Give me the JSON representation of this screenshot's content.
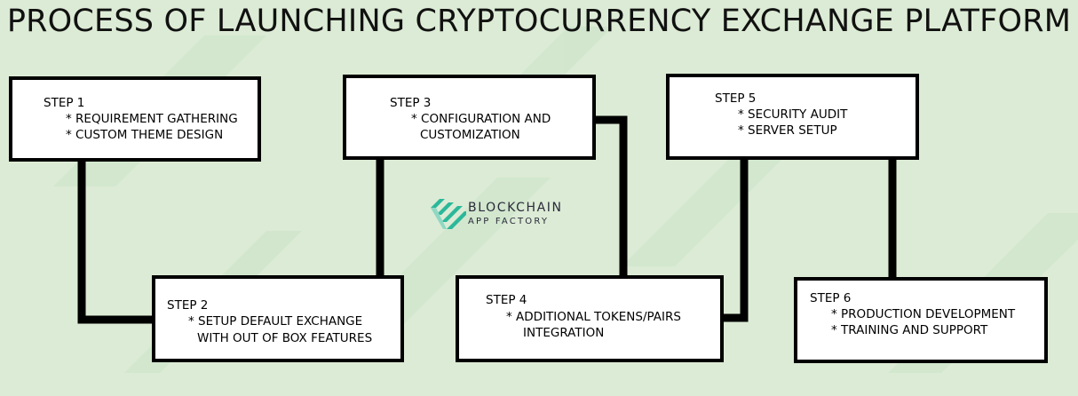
{
  "title": "PROCESS OF LAUNCHING CRYPTOCURRENCY EXCHANGE PLATFORM",
  "steps": [
    {
      "label": "STEP 1",
      "items": [
        "* REQUIREMENT GATHERING",
        "* CUSTOM THEME DESIGN"
      ]
    },
    {
      "label": "STEP 2",
      "items": [
        "* SETUP DEFAULT EXCHANGE",
        "WITH OUT OF BOX FEATURES"
      ]
    },
    {
      "label": "STEP 3",
      "items": [
        "* CONFIGURATION AND",
        "CUSTOMIZATION"
      ]
    },
    {
      "label": "STEP 4",
      "items": [
        "*  ADDITIONAL TOKENS/PAIRS",
        "INTEGRATION"
      ]
    },
    {
      "label": "STEP 5",
      "items": [
        "* SECURITY AUDIT",
        "* SERVER SETUP"
      ]
    },
    {
      "label": "STEP 6",
      "items": [
        "* PRODUCTION DEVELOPMENT",
        "* TRAINING AND SUPPORT"
      ]
    }
  ],
  "logo": {
    "name": "BLOCKCHAIN",
    "subtitle": "APP FACTORY"
  },
  "colors": {
    "background": "#dcebd5",
    "accent": "#2bb89a",
    "line": "#000000"
  }
}
